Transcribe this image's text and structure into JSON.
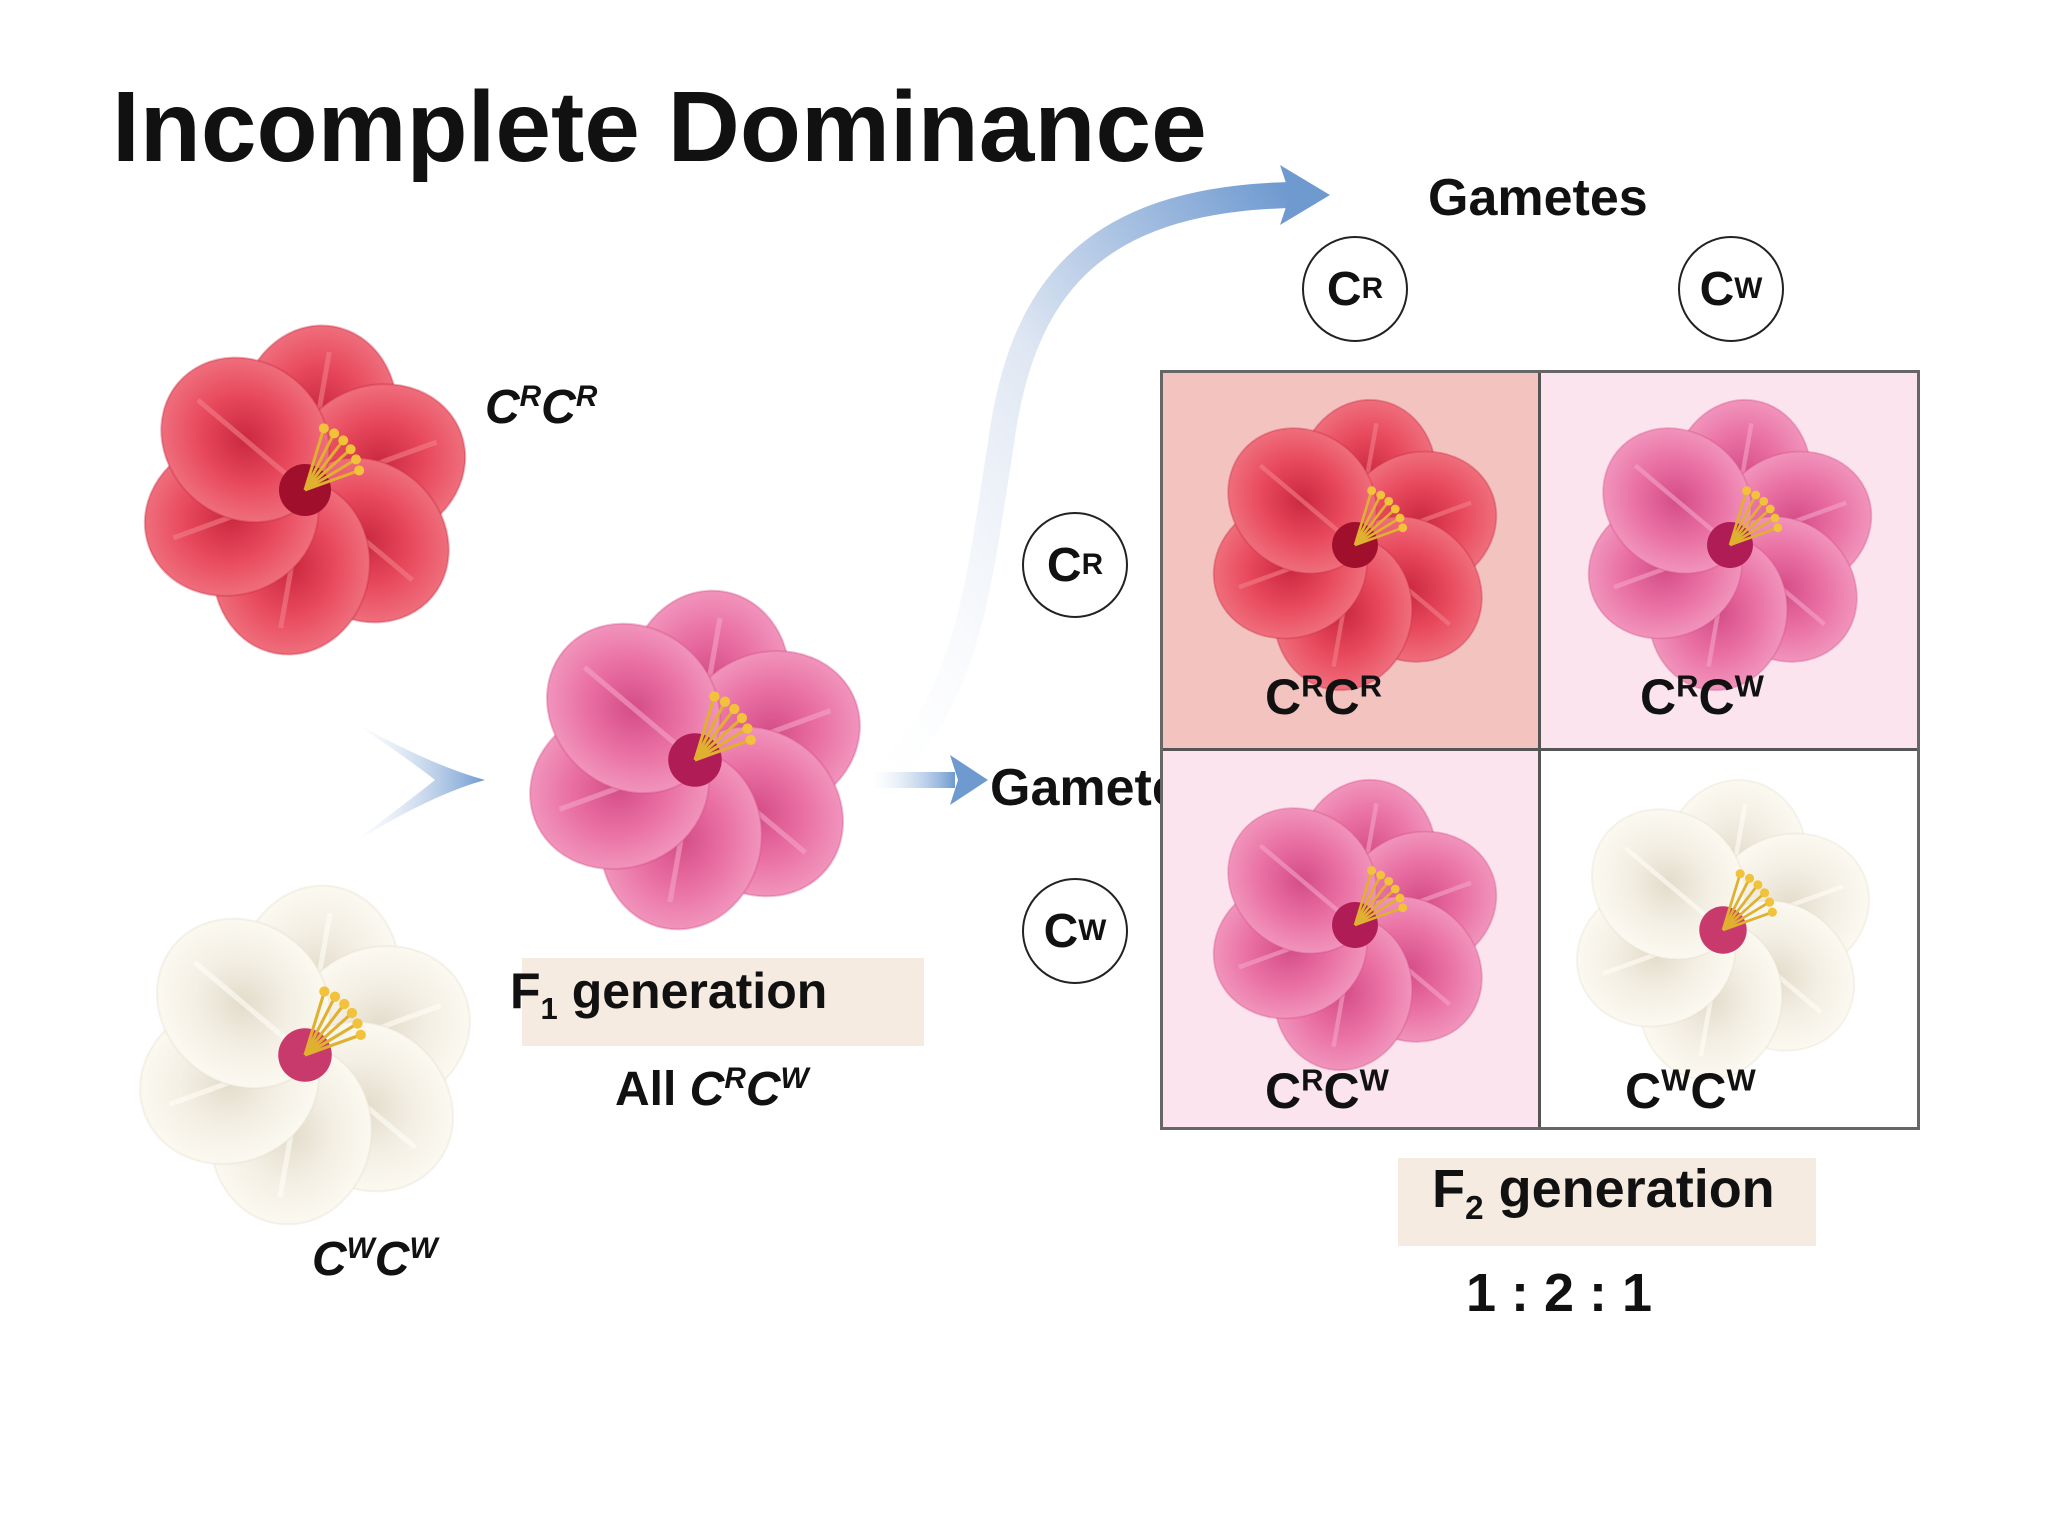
{
  "title": "Incomplete Dominance",
  "parents": {
    "red": {
      "genotype_base1": "C",
      "genotype_sup1": "R",
      "genotype_base2": "C",
      "genotype_sup2": "R"
    },
    "white": {
      "genotype_base1": "C",
      "genotype_sup1": "W",
      "genotype_base2": "C",
      "genotype_sup2": "W"
    }
  },
  "f1": {
    "label_base": "F",
    "label_sub": "1",
    "label_text": " generation",
    "all_prefix": "All ",
    "g_base1": "C",
    "g_sup1": "R",
    "g_base2": "C",
    "g_sup2": "W"
  },
  "gametes_label": "Gametes",
  "gametes": {
    "top_left": {
      "base": "C",
      "sup": "R"
    },
    "top_right": {
      "base": "C",
      "sup": "W"
    },
    "left_top": {
      "base": "C",
      "sup": "R"
    },
    "left_bottom": {
      "base": "C",
      "sup": "W"
    }
  },
  "punnett": {
    "cells": [
      {
        "b1": "C",
        "s1": "R",
        "b2": "C",
        "s2": "R"
      },
      {
        "b1": "C",
        "s1": "R",
        "b2": "C",
        "s2": "W"
      },
      {
        "b1": "C",
        "s1": "R",
        "b2": "C",
        "s2": "W"
      },
      {
        "b1": "C",
        "s1": "W",
        "b2": "C",
        "s2": "W"
      }
    ]
  },
  "f2": {
    "label_base": "F",
    "label_sub": "2",
    "label_text": " generation",
    "ratio": "1 : 2 : 1"
  },
  "colors": {
    "red_flower": "#e8485c",
    "pink_flower": "#e96fa3",
    "white_flower": "#f3efe4",
    "cell_red_bg": "#f3c3c0",
    "cell_pink_bg": "#fbe4ee",
    "cell_white_bg": "#ffffff",
    "arrow": "#6f9ad0",
    "gen_box": "#f5ebe0"
  }
}
